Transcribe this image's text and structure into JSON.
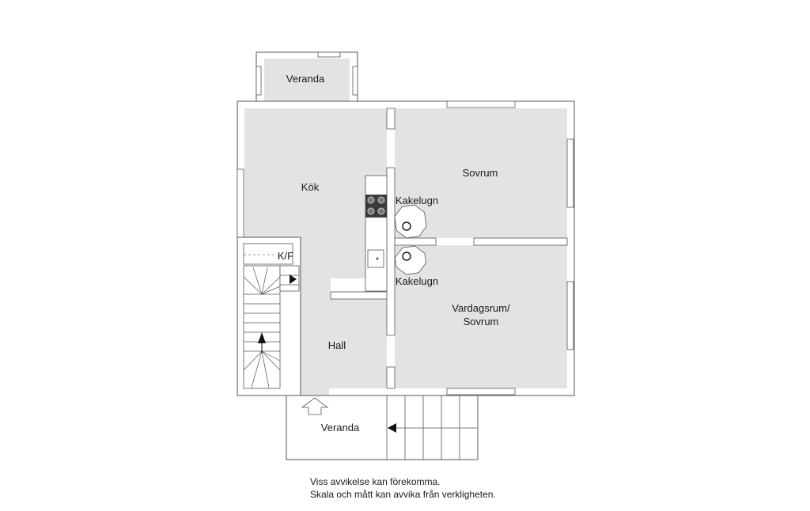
{
  "rooms": {
    "veranda_top": "Veranda",
    "kok": "Kök",
    "sovrum": "Sovrum",
    "kakelugn_upper": "Kakelugn",
    "kakelugn_lower": "Kakelugn",
    "kf": "K/F",
    "vardagsrum_line1": "Vardagsrum/",
    "vardagsrum_line2": "Sovrum",
    "hall": "Hall",
    "veranda_bottom": "Veranda"
  },
  "disclaimer": {
    "line1": "Viss avvikelse kan förekomma.",
    "line2": "Skala och mått kan avvika från verkligheten."
  },
  "colors": {
    "floor": "#e3e3e3",
    "wall": "#ffffff",
    "line": "#555555",
    "stove": "#3a3a3a"
  },
  "icons": {
    "stairs_arrow": "arrow-up-icon",
    "entrance_arrow": "entrance-arrow-icon",
    "steps_arrow": "arrow-left-icon"
  }
}
